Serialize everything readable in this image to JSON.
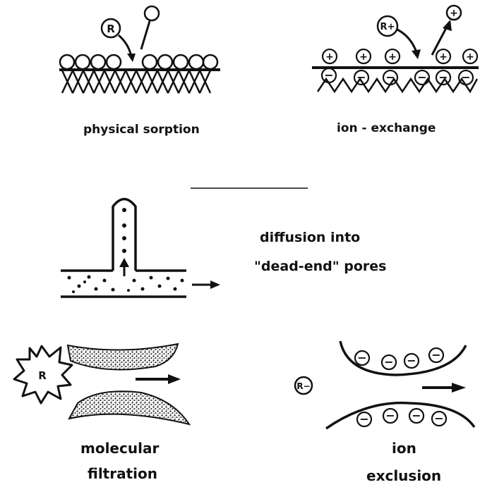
{
  "panels": {
    "physical_sorption": {
      "label": "physical sorption",
      "solute_symbol": "R"
    },
    "ion_exchange": {
      "label": "ion - exchange",
      "solute_symbol": "R+",
      "fixed_charge": "−",
      "counter_ion": "+"
    },
    "dead_end_pores": {
      "label_line1": "diffusion into",
      "label_line2": "\"dead-end\" pores"
    },
    "molecular_filtration": {
      "label_line1": "molecular",
      "label_line2": "filtration",
      "solute_symbol": "R"
    },
    "ion_exclusion": {
      "label_line1": "ion",
      "label_line2": "exclusion",
      "solute_symbol": "R−",
      "wall_charge": "−"
    }
  },
  "colors": {
    "ink": "#111111"
  }
}
